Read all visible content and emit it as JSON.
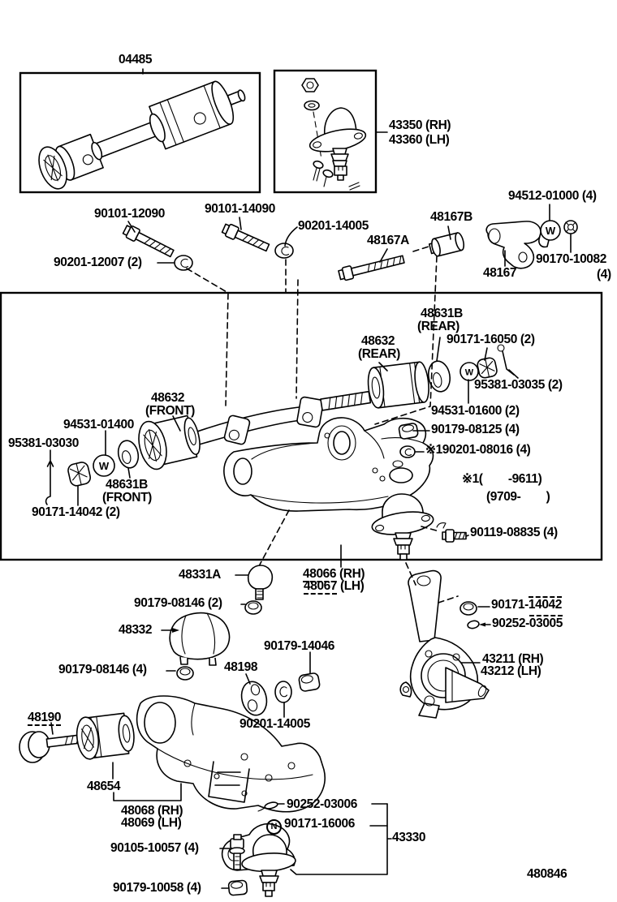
{
  "figure": {
    "code": "480846"
  },
  "markers": {
    "w": "W",
    "n": "N"
  },
  "parts": [
    {
      "t": "04485"
    },
    {
      "t": "43350 (RH)"
    },
    {
      "t": "43360 (LH)"
    },
    {
      "t": "90101-12090"
    },
    {
      "t": "90101-14090"
    },
    {
      "t": "90201-14005"
    },
    {
      "t": "94512-01000 (4)"
    },
    {
      "t": "48167B"
    },
    {
      "t": "48167A"
    },
    {
      "t": "48167"
    },
    {
      "t": "90170-10082"
    },
    {
      "t": "(4)"
    },
    {
      "t": "90201-12007 (2)"
    },
    {
      "t": "48631B"
    },
    {
      "t": "(REAR)"
    },
    {
      "t": "48632"
    },
    {
      "t": "(REAR)"
    },
    {
      "t": "90171-16050 (2)"
    },
    {
      "t": "95381-03035 (2)"
    },
    {
      "t": "94531-01600 (2)"
    },
    {
      "t": "90179-08125 (4)"
    },
    {
      "t": "※190201-08016 (4)"
    },
    {
      "t": "※1(        -9611)"
    },
    {
      "t": "(9709-        )"
    },
    {
      "t": "90119-08835 (4)"
    },
    {
      "t": "48632"
    },
    {
      "t": "(FRONT)"
    },
    {
      "t": "94531-01400"
    },
    {
      "t": "95381-03030"
    },
    {
      "t": "48631B"
    },
    {
      "t": "(FRONT)"
    },
    {
      "t": "90171-14042 (2)"
    },
    {
      "t": "48331A"
    },
    {
      "a": "48066",
      "b": " (RH)"
    },
    {
      "a": "48067",
      "b": " (LH)"
    },
    {
      "t": "90179-08146 (2)"
    },
    {
      "t": "48332"
    },
    {
      "t": "90179-14046"
    },
    {
      "t": "48198"
    },
    {
      "t": "90179-08146 (4)"
    },
    {
      "t": "90201-14005"
    },
    {
      "a": "90171-",
      "b": "14042"
    },
    {
      "a": "90252-",
      "b": "03005"
    },
    {
      "t": "43211 (RH)"
    },
    {
      "t": "43212 (LH)"
    },
    {
      "a": "48190",
      "b": ""
    },
    {
      "t": "48654"
    },
    {
      "t": "48068 (RH)"
    },
    {
      "t": "48069 (LH)"
    },
    {
      "t": "90252-03006"
    },
    {
      "t": "90171-16006"
    },
    {
      "t": "43330"
    },
    {
      "t": "90105-10057 (4)"
    },
    {
      "t": "90179-10058 (4)"
    }
  ]
}
